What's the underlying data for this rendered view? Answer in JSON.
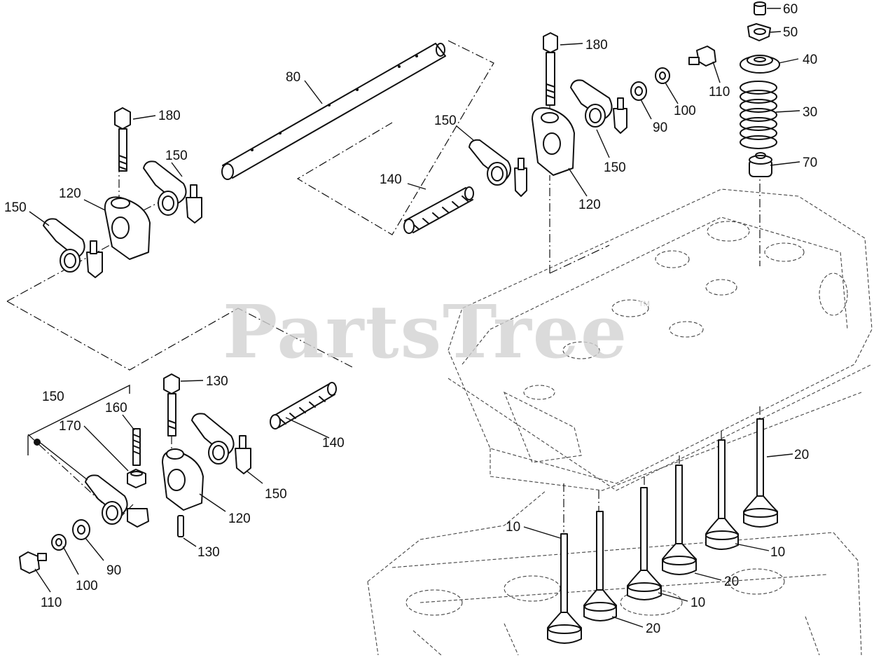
{
  "watermark": {
    "text": "PartsTree",
    "tm": "TM"
  },
  "callouts": {
    "c60": "60",
    "c50": "50",
    "c40": "40",
    "c30": "30",
    "c70": "70",
    "c180_top": "180",
    "c110_top": "110",
    "c100_top": "100",
    "c90_top": "90",
    "c150_top_a": "150",
    "c150_top_b": "150",
    "c120_top": "120",
    "c140_top": "140",
    "c80": "80",
    "c180_left": "180",
    "c150_left_a": "150",
    "c150_left_b": "150",
    "c120_left": "120",
    "c150_group": "150",
    "c160": "160",
    "c170": "170",
    "c130_top": "130",
    "c140_bottom": "140",
    "c150_bottom": "150",
    "c120_bottom": "120",
    "c130_bottom": "130",
    "c90_bottom": "90",
    "c100_bottom": "100",
    "c110_bottom": "110",
    "c20_a": "20",
    "c10_a": "10",
    "c20_b": "20",
    "c10_b": "10",
    "c10_c": "10",
    "c20_c": "20"
  }
}
